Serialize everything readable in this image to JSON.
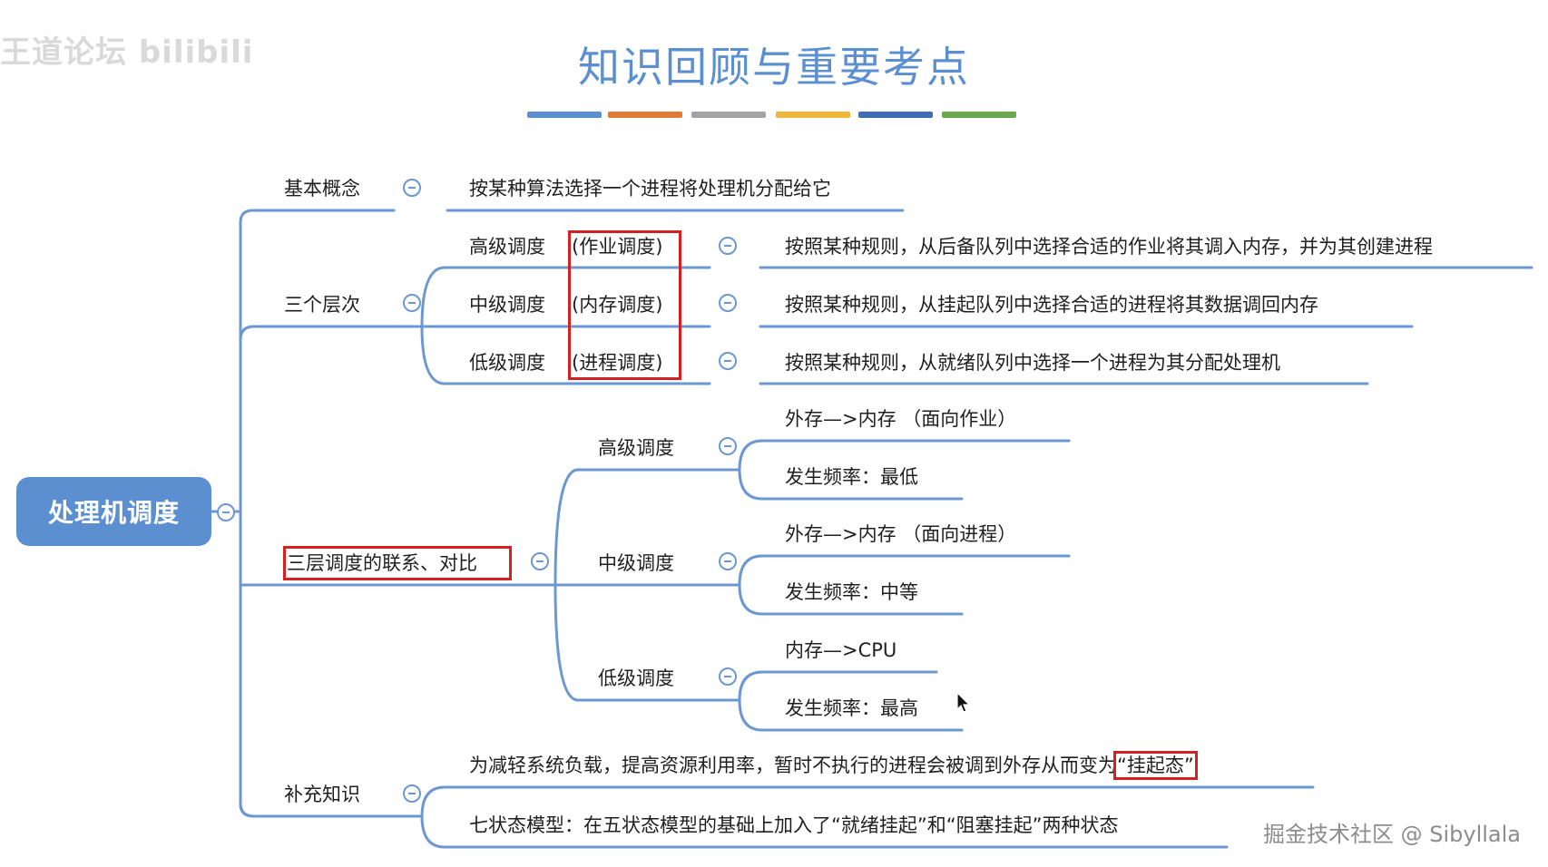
{
  "title": "知识回顾与重要考点",
  "title_bar_colors": [
    "#5b8fd0",
    "#e07b3a",
    "#a3a3a3",
    "#f0b63a",
    "#3f6db5",
    "#6aa84f"
  ],
  "watermark_top_left": "王道论坛 bilibili",
  "watermark_bottom_right": "掘金技术社区 @ Sibyllala",
  "root": "处理机调度",
  "sections": {
    "basic": {
      "label": "基本概念",
      "text": "按某种算法选择一个进程将处理机分配给它"
    },
    "levels": {
      "label": "三个层次",
      "items": [
        {
          "name": "高级调度",
          "alias": "(作业调度)",
          "desc": "按照某种规则，从后备队列中选择合适的作业将其调入内存，并为其创建进程"
        },
        {
          "name": "中级调度",
          "alias": "(内存调度)",
          "desc": "按照某种规则，从挂起队列中选择合适的进程将其数据调回内存"
        },
        {
          "name": "低级调度",
          "alias": "(进程调度)",
          "desc": "按照某种规则，从就绪队列中选择一个进程为其分配处理机"
        }
      ]
    },
    "compare": {
      "label": "三层调度的联系、对比",
      "items": [
        {
          "name": "高级调度",
          "move": "外存—>内存 （面向作业）",
          "freq": "发生频率：最低"
        },
        {
          "name": "中级调度",
          "move": "外存—>内存 （面向进程）",
          "freq": "发生频率：中等"
        },
        {
          "name": "低级调度",
          "move": "内存—>CPU",
          "freq": "发生频率：最高"
        }
      ]
    },
    "extra": {
      "label": "补充知识",
      "line1_prefix": "为减轻系统负载，提高资源利用率，暂时不执行的进程会被调到外存从而变为",
      "line1_highlight": "“挂起态”",
      "line2": "七状态模型：在五状态模型的基础上加入了“就绪挂起”和“阻塞挂起”两种状态"
    }
  },
  "colors": {
    "accent": "#5b8fd0",
    "highlight_box": "#d42020",
    "line": "#6b98d3"
  }
}
